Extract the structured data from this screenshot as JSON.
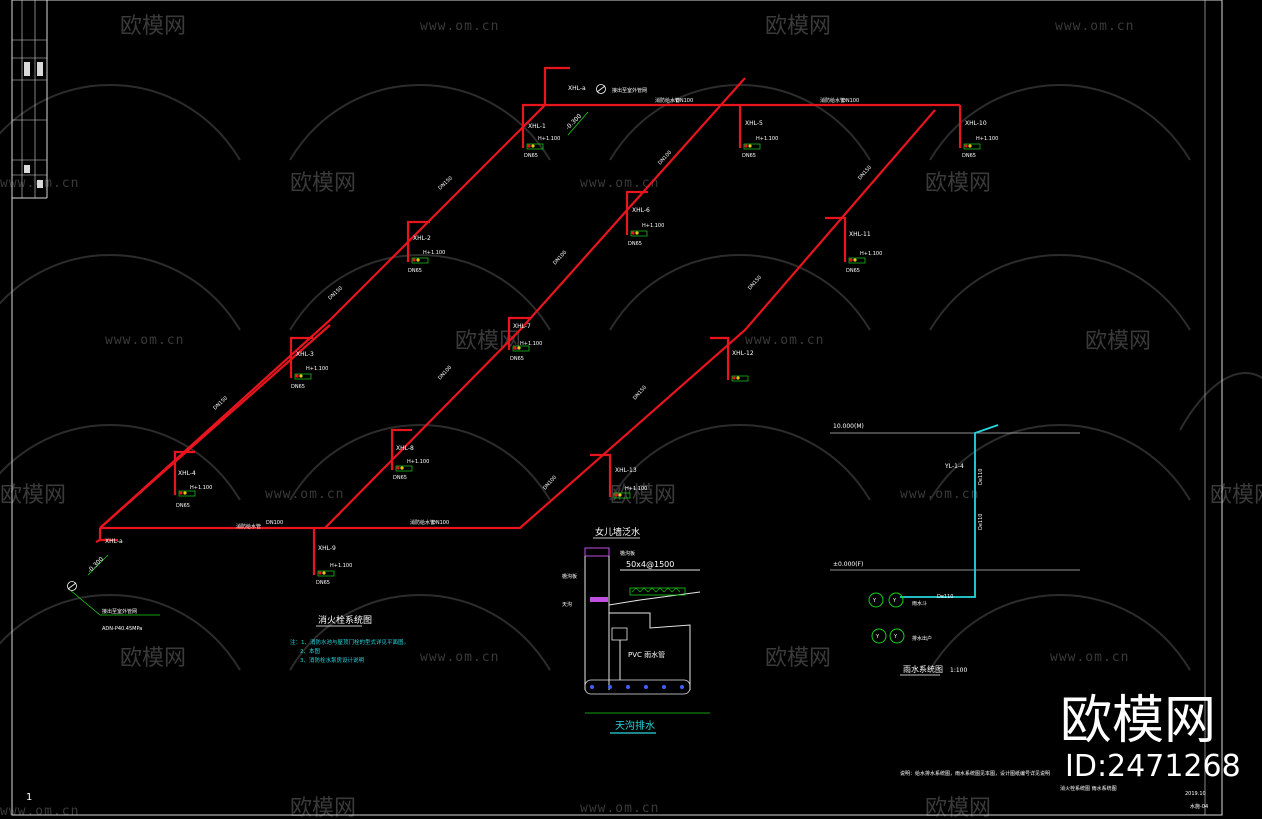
{
  "watermark": {
    "brand": "欧模网",
    "url": "www.om.cn",
    "big_brand": "欧模网",
    "id": "ID:2471268"
  },
  "fire_system": {
    "title": "消火栓系统图",
    "notes": [
      "注：1、消防水池与屋顶门栓的型式详见平面图。",
      "2、本图",
      "3、消防栓水泵房设计说明"
    ],
    "pipe_size_main": "DN100",
    "pipe_size_branch": "DN65",
    "pipe_label": "消防给水管",
    "riser_labels": [
      "XHL-1",
      "XHL-2",
      "XHL-3",
      "XHL-4",
      "XHL-5",
      "XHL-6",
      "XHL-7",
      "XHL-8",
      "XHL-9",
      "XHL-10",
      "XHL-11",
      "XHL-12",
      "XHL-13",
      "XHL-a"
    ],
    "height": "H+1.100",
    "pipe_dn150": "DN150",
    "level_top": "-0.300",
    "level_bottom": "-0.300",
    "connect_note_top": "接出至室外管网",
    "connect_note_bottom": "接出至室外管网",
    "pressure_note": "ADN-P40.45MPa"
  },
  "detail": {
    "title": "女儿墙泛水",
    "dim_text": "50x4@1500",
    "pvc_label": "PVC 雨水管",
    "caption": "天沟排水",
    "left_labels": [
      "檐沟板",
      "天沟"
    ]
  },
  "rain_system": {
    "title": "雨水系统图",
    "scale": "1:100",
    "level_top": "10.000(M)",
    "level_bottom": "±0.000(F)",
    "riser": "YL-1-4",
    "pipe_size": "De110",
    "pipe_size_2": "De110",
    "legend_1": "雨水斗",
    "legend_2": "排水出户"
  },
  "title_block": {
    "drawing_note": "说明：给水排水系统图，雨水系统图见本图，设计图纸编号详见说明",
    "drawing_name": "消火栓系统图  雨水系统图",
    "date": "2019.10",
    "number": "水施-04",
    "page": "1"
  }
}
